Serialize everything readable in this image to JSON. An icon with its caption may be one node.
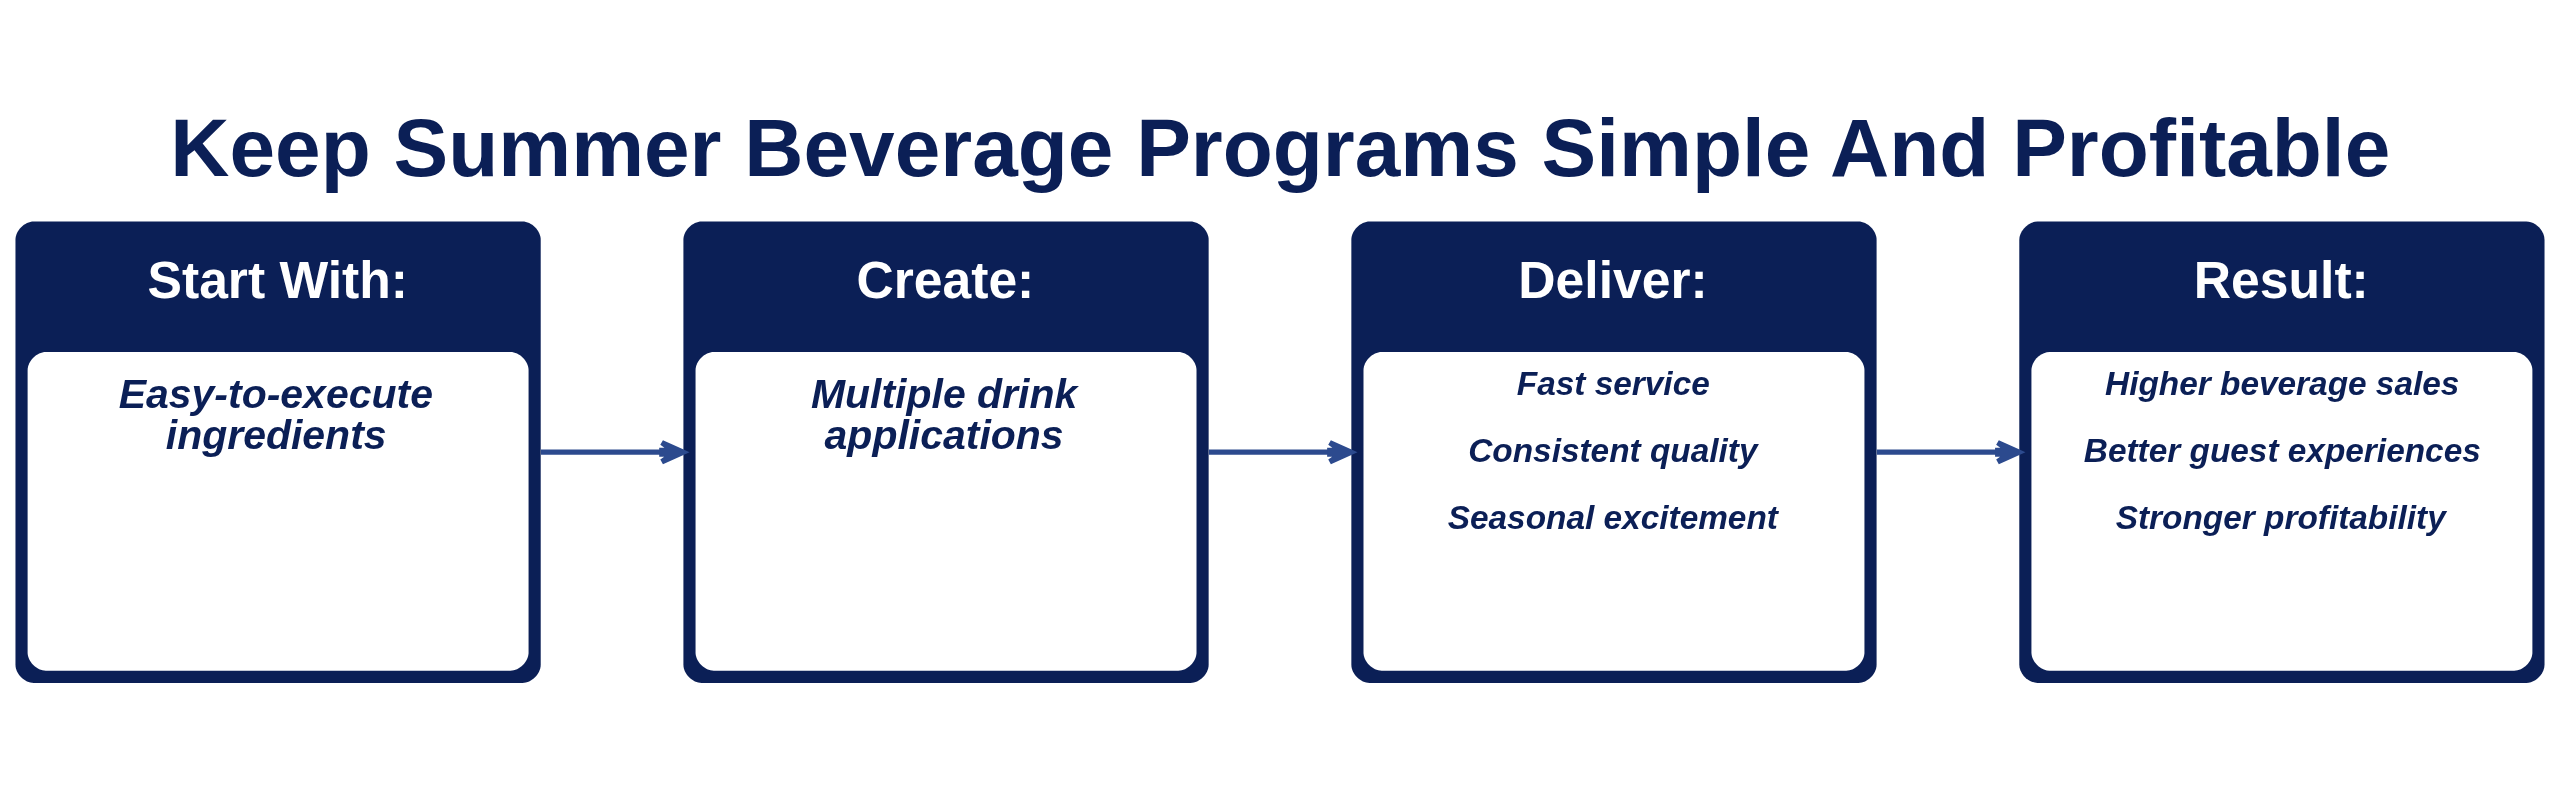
{
  "diagram": {
    "title": "Keep Summer Beverage Programs Simple And Profitable",
    "nodes": [
      {
        "text": [
          "Start With:",
          "Easy-to-execute ingredients"
        ]
      },
      {
        "text": [
          "Create:",
          "Multiple drink applications"
        ]
      },
      {
        "text": [
          "Deliver:",
          "Fast service",
          "Consistent quality",
          "Seasonal excitement"
        ]
      },
      {
        "text": [
          "Result:",
          "Higher beverage sales",
          "Better guest experiences",
          "Stronger profitability"
        ]
      }
    ],
    "edges": [
      {
        "from": 0,
        "to": 1,
        "arrow": "to"
      },
      {
        "from": 1,
        "to": 2,
        "arrow": "to"
      },
      {
        "from": 2,
        "to": 3,
        "arrow": "to"
      }
    ]
  }
}
